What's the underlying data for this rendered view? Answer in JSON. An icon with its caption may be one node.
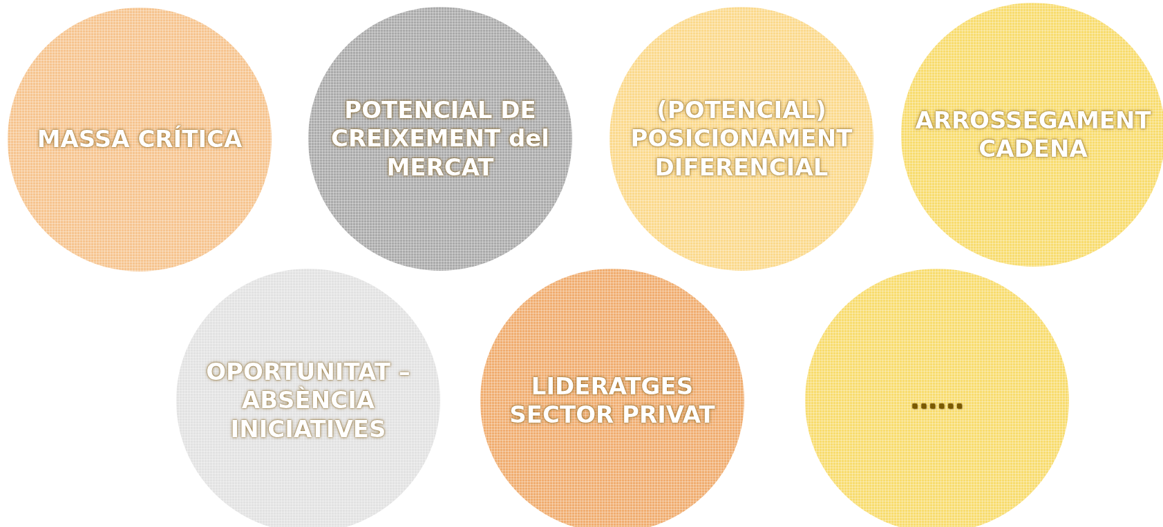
{
  "diagram": {
    "nodes": [
      {
        "text": [
          "MASSA CRÍTICA"
        ]
      },
      {
        "text": [
          "POTENCIAL DE CREIXEMENT del MERCAT"
        ]
      },
      {
        "text": [
          "(POTENCIAL) POSICIONAMENT DIFERENCIAL"
        ]
      },
      {
        "text": [
          "ARROSSEGAMENT CADENA"
        ]
      },
      {
        "text": [
          "OPORTUNITAT – ABSÈNCIA INICIATIVES"
        ]
      },
      {
        "text": [
          "LIDERATGES SECTOR PRIVAT"
        ]
      },
      {
        "text": [
          "......"
        ]
      }
    ]
  }
}
